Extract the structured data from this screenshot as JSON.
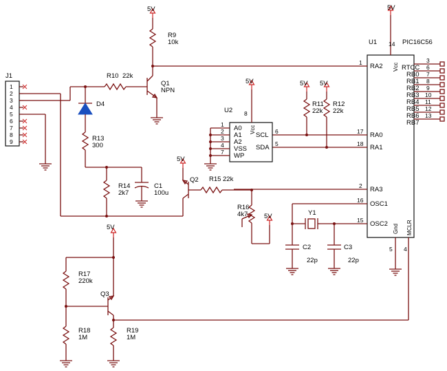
{
  "supply": "5V",
  "u1": {
    "ref": "U1",
    "part": "PIC16C56",
    "left_pins": [
      {
        "name": "RA2",
        "num": "1"
      },
      {
        "name": "RA0",
        "num": "17"
      },
      {
        "name": "RA1",
        "num": "18"
      },
      {
        "name": "RA3",
        "num": "2"
      },
      {
        "name": "OSC1",
        "num": "16"
      },
      {
        "name": "OSC2",
        "num": "15"
      }
    ],
    "right_pins": [
      {
        "name": "RTCC",
        "num": "3"
      },
      {
        "name": "RB0",
        "num": "6"
      },
      {
        "name": "RB1",
        "num": "7"
      },
      {
        "name": "RB2",
        "num": "8"
      },
      {
        "name": "RB3",
        "num": "9"
      },
      {
        "name": "RB4",
        "num": "10"
      },
      {
        "name": "RB5",
        "num": "11"
      },
      {
        "name": "RB6",
        "num": "12"
      },
      {
        "name": "RB7",
        "num": "13"
      }
    ],
    "vcc": {
      "name": "Vcc",
      "num": "14"
    },
    "gnd": {
      "name": "Gnd",
      "num": "5"
    },
    "mclr": {
      "name": "MCLR",
      "num": "4"
    }
  },
  "u2": {
    "ref": "U2",
    "left_pins": [
      {
        "name": "A0",
        "num": "1"
      },
      {
        "name": "A1",
        "num": "2"
      },
      {
        "name": "A2",
        "num": "3"
      },
      {
        "name": "VSS",
        "num": "4"
      },
      {
        "name": "WP",
        "num": "7"
      }
    ],
    "right_pins": [
      {
        "name": "SCL",
        "num": "6"
      },
      {
        "name": "SDA",
        "num": "5"
      }
    ],
    "vcc": {
      "name": "Vcc",
      "num": "8"
    }
  },
  "j1": {
    "ref": "J1",
    "pins": [
      "1",
      "2",
      "3",
      "4",
      "5",
      "6",
      "7",
      "8",
      "9"
    ]
  },
  "components": {
    "r9": {
      "ref": "R9",
      "value": "10k"
    },
    "r10": {
      "ref": "R10",
      "value": "22k"
    },
    "q1": {
      "ref": "Q1",
      "type": "NPN"
    },
    "d4": {
      "ref": "D4"
    },
    "r13": {
      "ref": "R13",
      "value": "300"
    },
    "r14": {
      "ref": "R14",
      "value": "2k7"
    },
    "c1": {
      "ref": "C1",
      "value": "100u"
    },
    "q2": {
      "ref": "Q2"
    },
    "r15": {
      "ref": "R15",
      "value": "22k"
    },
    "r16": {
      "ref": "R16",
      "value": "4k7"
    },
    "r11": {
      "ref": "R11",
      "value": "22k"
    },
    "r12": {
      "ref": "R12",
      "value": "22k"
    },
    "y1": {
      "ref": "Y1"
    },
    "c2": {
      "ref": "C2",
      "value": "22p"
    },
    "c3": {
      "ref": "C3",
      "value": "22p"
    },
    "r17": {
      "ref": "R17",
      "value": "220k"
    },
    "q3": {
      "ref": "Q3"
    },
    "r18": {
      "ref": "R18",
      "value": "1M"
    },
    "r19": {
      "ref": "R19",
      "value": "1M"
    }
  }
}
